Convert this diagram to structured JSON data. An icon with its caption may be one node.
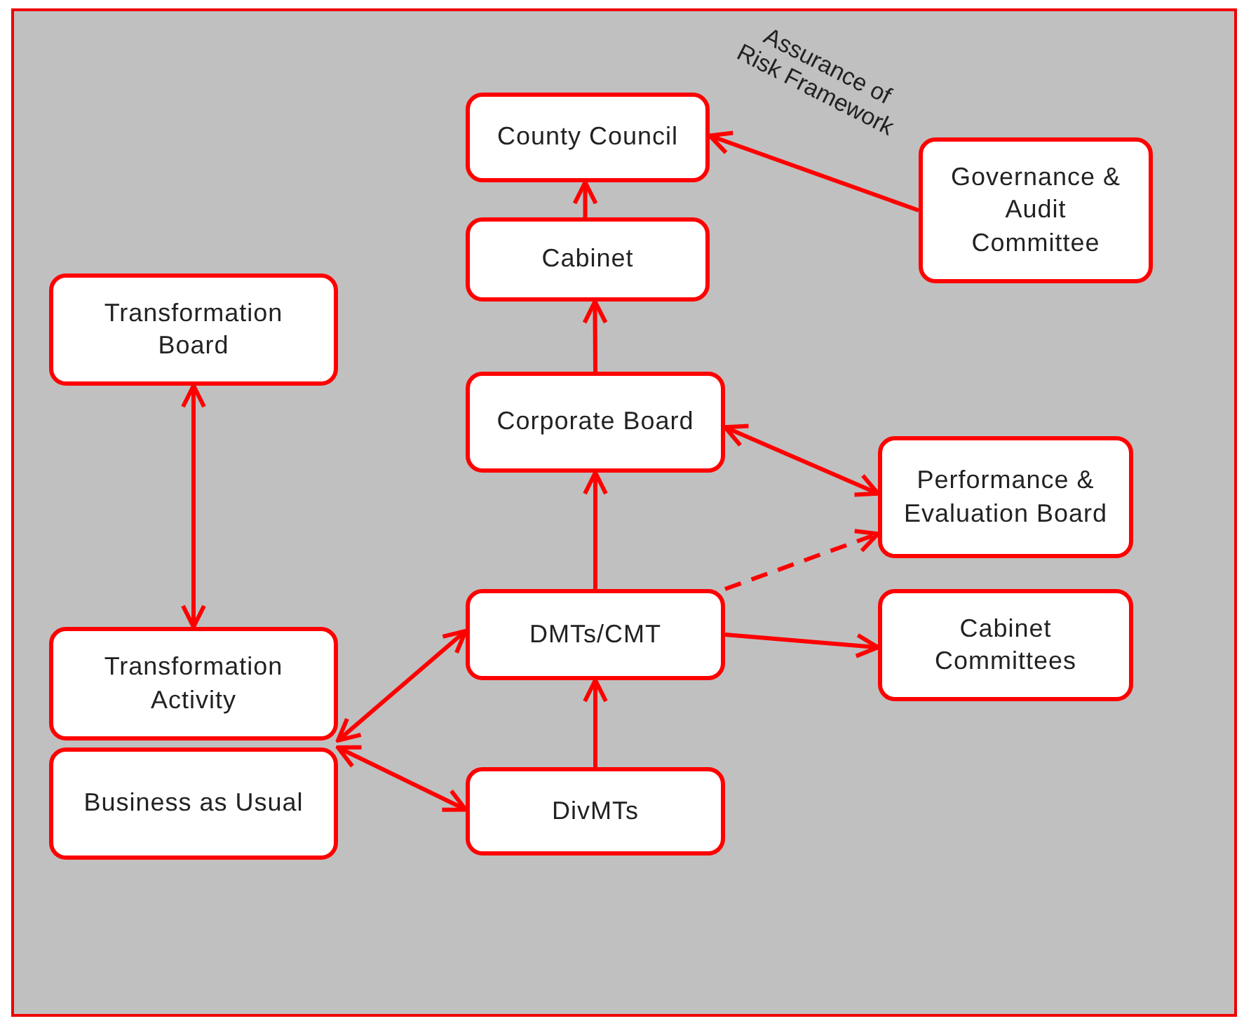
{
  "diagram": {
    "nodes": [
      {
        "text": [
          "County Council"
        ]
      },
      {
        "text": [
          "Governance & Audit Committee"
        ]
      },
      {
        "text": [
          "Cabinet"
        ]
      },
      {
        "text": [
          "Transformation Board"
        ]
      },
      {
        "text": [
          "Corporate Board"
        ]
      },
      {
        "text": [
          "Performance & Evaluation Board"
        ]
      },
      {
        "text": [
          "Transformation Activity"
        ]
      },
      {
        "text": [
          "DMTs/CMT"
        ]
      },
      {
        "text": [
          "Cabinet Committees"
        ]
      },
      {
        "text": [
          "Business as Usual"
        ]
      },
      {
        "text": [
          "DivMTs"
        ]
      }
    ],
    "edges": [
      {
        "from": 1,
        "to": 0,
        "arrow": "to",
        "label": "Assurance of Risk Framework"
      },
      {
        "from": 2,
        "to": 0,
        "arrow": "to"
      },
      {
        "from": 4,
        "to": 2,
        "arrow": "to"
      },
      {
        "from": 7,
        "to": 4,
        "arrow": "to"
      },
      {
        "from": 10,
        "to": 7,
        "arrow": "to"
      },
      {
        "from": 4,
        "to": 5,
        "arrow": "both"
      },
      {
        "from": 7,
        "to": 5,
        "arrow": "to",
        "style": "dashed"
      },
      {
        "from": 7,
        "to": 8,
        "arrow": "to"
      },
      {
        "from": 3,
        "to": 6,
        "arrow": "both"
      },
      {
        "from": 6,
        "to": 7,
        "arrow": "both"
      },
      {
        "from": 9,
        "to": 10,
        "arrow": "both"
      }
    ]
  }
}
